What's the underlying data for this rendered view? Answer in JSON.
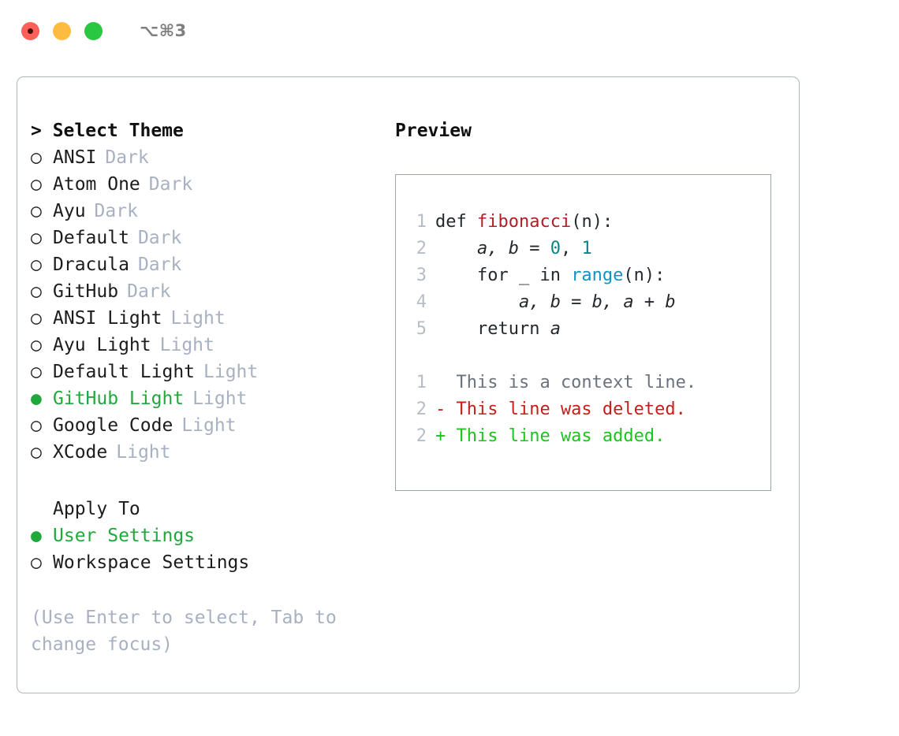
{
  "titlebar": {
    "shortcut": "⌥⌘3",
    "dots": [
      {
        "name": "close",
        "color": "#fc6058"
      },
      {
        "name": "minimize",
        "color": "#fdbc40"
      },
      {
        "name": "zoom",
        "color": "#2ac841"
      }
    ]
  },
  "theme_picker": {
    "header": "> Select Theme",
    "items": [
      {
        "bullet": "○",
        "label": "ANSI",
        "tag": "Dark",
        "selected": false
      },
      {
        "bullet": "○",
        "label": "Atom One",
        "tag": "Dark",
        "selected": false
      },
      {
        "bullet": "○",
        "label": "Ayu",
        "tag": "Dark",
        "selected": false
      },
      {
        "bullet": "○",
        "label": "Default",
        "tag": "Dark",
        "selected": false
      },
      {
        "bullet": "○",
        "label": "Dracula",
        "tag": "Dark",
        "selected": false
      },
      {
        "bullet": "○",
        "label": "GitHub",
        "tag": "Dark",
        "selected": false
      },
      {
        "bullet": "○",
        "label": "ANSI Light",
        "tag": "Light",
        "selected": false
      },
      {
        "bullet": "○",
        "label": "Ayu Light",
        "tag": "Light",
        "selected": false
      },
      {
        "bullet": "○",
        "label": "Default Light",
        "tag": "Light",
        "selected": false
      },
      {
        "bullet": "●",
        "label": "GitHub Light",
        "tag": "Light",
        "selected": true
      },
      {
        "bullet": "○",
        "label": "Google Code",
        "tag": "Light",
        "selected": false
      },
      {
        "bullet": "○",
        "label": "XCode",
        "tag": "Light",
        "selected": false
      }
    ]
  },
  "apply_to": {
    "header": "Apply To",
    "items": [
      {
        "bullet": "●",
        "label": "User Settings",
        "selected": true
      },
      {
        "bullet": "○",
        "label": "Workspace Settings",
        "selected": false
      }
    ]
  },
  "hint": "(Use Enter to select, Tab to change focus)",
  "preview": {
    "title": "Preview",
    "code_lines": [
      {
        "num": "1",
        "tokens": [
          {
            "text": "def ",
            "kind": "kw"
          },
          {
            "text": "fibonacci",
            "kind": "fn"
          },
          {
            "text": "(n):",
            "kind": "plain"
          }
        ]
      },
      {
        "num": "2",
        "tokens": [
          {
            "text": "    a, b = ",
            "kind": "var"
          },
          {
            "text": "0",
            "kind": "num"
          },
          {
            "text": ", ",
            "kind": "plain"
          },
          {
            "text": "1",
            "kind": "num"
          }
        ]
      },
      {
        "num": "3",
        "tokens": [
          {
            "text": "    for _ in ",
            "kind": "kw"
          },
          {
            "text": "range",
            "kind": "builtin"
          },
          {
            "text": "(n):",
            "kind": "plain"
          }
        ]
      },
      {
        "num": "4",
        "tokens": [
          {
            "text": "        a, b = b, a + b",
            "kind": "var"
          }
        ]
      },
      {
        "num": "5",
        "tokens": [
          {
            "text": "    return ",
            "kind": "kw"
          },
          {
            "text": "a",
            "kind": "var"
          }
        ]
      },
      {
        "num": "",
        "tokens": []
      },
      {
        "num": "1",
        "tokens": [
          {
            "text": "  This is a context line.",
            "kind": "ctx"
          }
        ]
      },
      {
        "num": "2",
        "tokens": [
          {
            "text": "- This line was deleted.",
            "kind": "del"
          }
        ]
      },
      {
        "num": "2",
        "tokens": [
          {
            "text": "+ This line was added.",
            "kind": "add"
          }
        ]
      }
    ]
  },
  "colors": {
    "accent_green": "#21a83c",
    "muted": "#a7b1c1",
    "border": "#aeb7c4",
    "preview_border": "#9aa5b5",
    "syntax_function": "#b31d28",
    "syntax_number": "#0d8383",
    "syntax_builtin": "#0f93c6",
    "diff_context": "#6a737d",
    "diff_deleted": "#c4201a",
    "diff_added": "#1cc31c"
  }
}
